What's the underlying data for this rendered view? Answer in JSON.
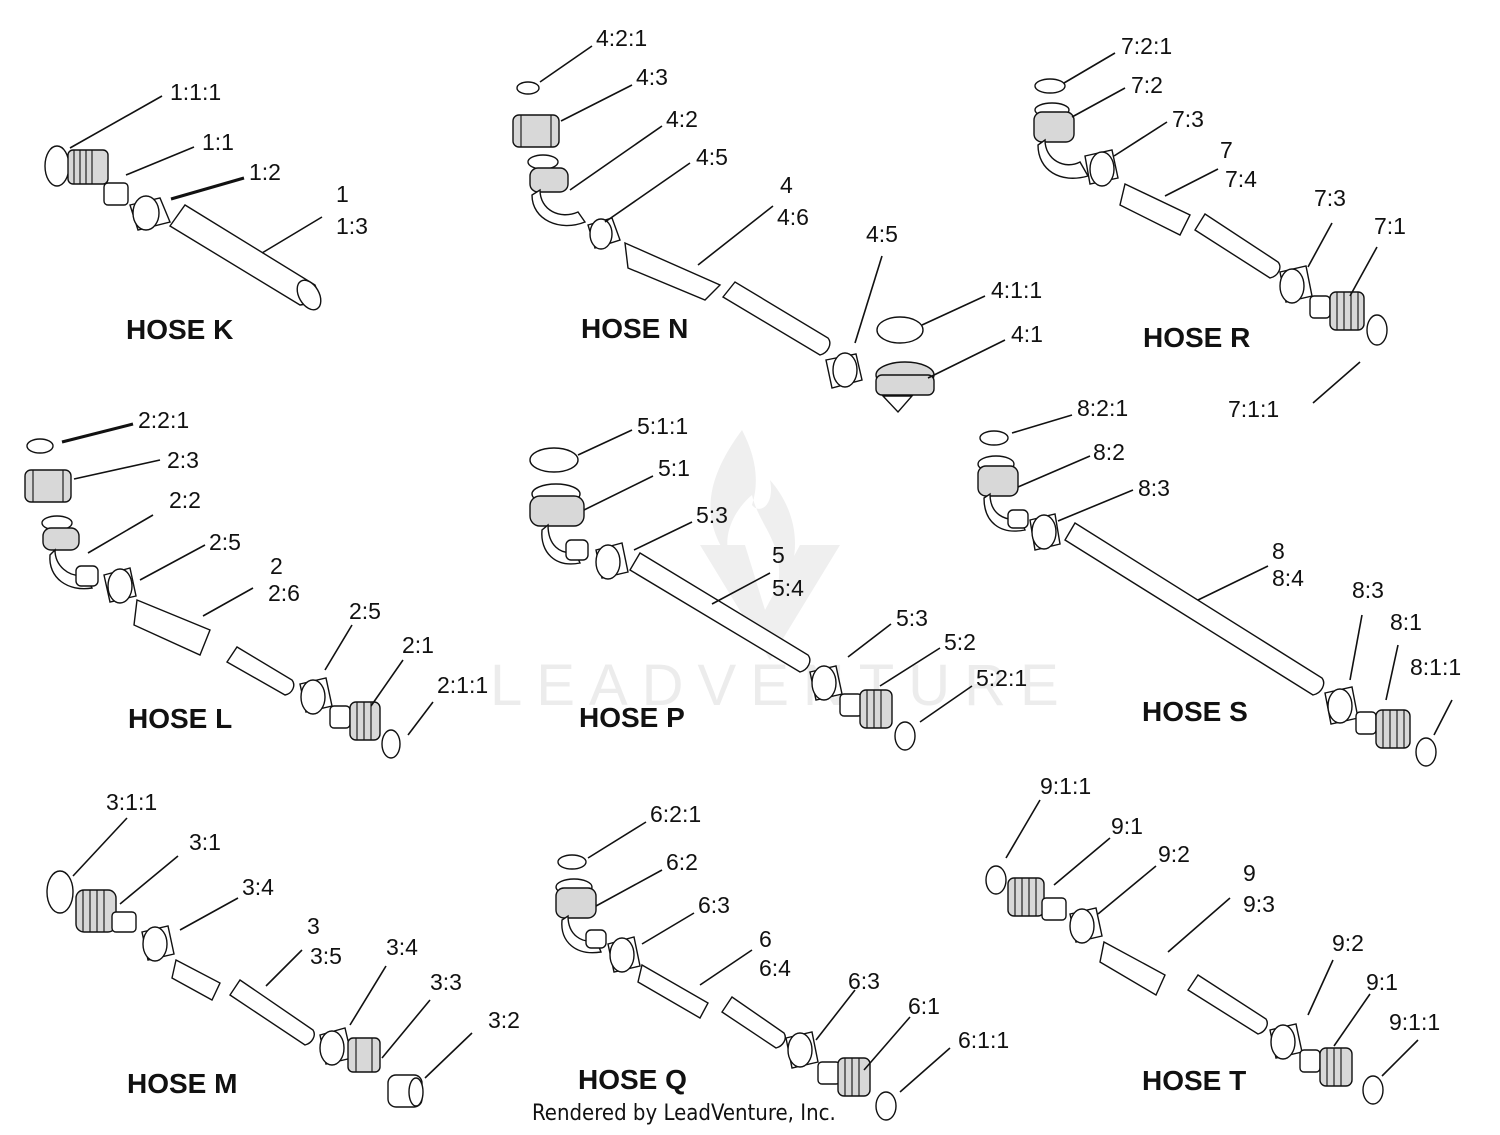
{
  "watermark": "LEADVENTURE",
  "footer": "Rendered by LeadVenture, Inc.",
  "titles": [
    "HOSE K",
    "HOSE N",
    "HOSE R",
    "HOSE L",
    "HOSE P",
    "HOSE S",
    "HOSE M",
    "HOSE Q",
    "HOSE T"
  ],
  "callouts": [
    "1:1:1",
    "1:1",
    "1:2",
    "1",
    "1:3",
    "4:2:1",
    "4:3",
    "4:2",
    "4:5",
    "4",
    "4:6",
    "4:5",
    "4:1:1",
    "4:1",
    "7:2:1",
    "7:2",
    "7:3",
    "7",
    "7:4",
    "7:3",
    "7:1",
    "7:1:1",
    "2:2:1",
    "2:3",
    "2:2",
    "2:5",
    "2",
    "2:6",
    "2:5",
    "2:1",
    "2:1:1",
    "5:1:1",
    "5:1",
    "5:3",
    "5",
    "5:4",
    "5:3",
    "5:2",
    "5:2:1",
    "8:2:1",
    "8:2",
    "8:3",
    "8",
    "8:4",
    "8:3",
    "8:1",
    "8:1:1",
    "3:1:1",
    "3:1",
    "3:4",
    "3",
    "3:5",
    "3:4",
    "3:3",
    "3:2",
    "6:2:1",
    "6:2",
    "6:3",
    "6",
    "6:4",
    "6:3",
    "6:1",
    "6:1:1",
    "9:1:1",
    "9:1",
    "9:2",
    "9",
    "9:3",
    "9:2",
    "9:1",
    "9:1:1"
  ]
}
